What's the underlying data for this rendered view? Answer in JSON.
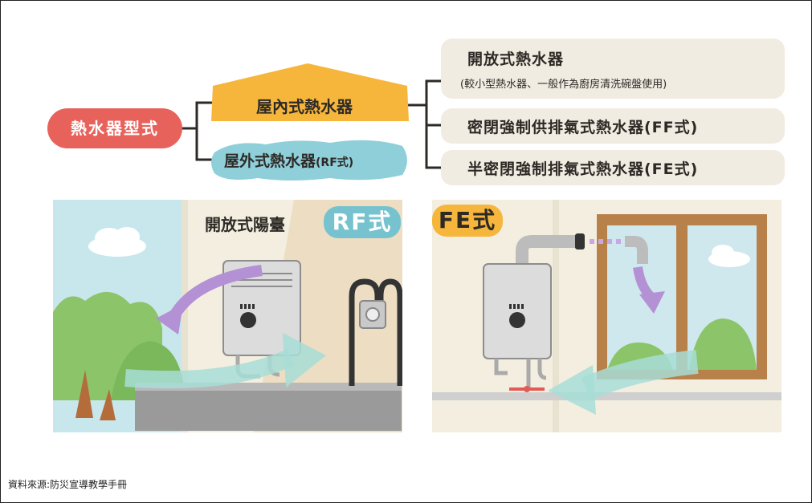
{
  "root_label": "熱水器型式",
  "indoor_label": "屋內式熱水器",
  "outdoor_label": "屋外式熱水器",
  "outdoor_suffix": "(RF式)",
  "options": [
    {
      "title": "開放式熱水器",
      "subtitle": "(較小型熱水器、一般作為廚房清洗碗盤使用)"
    },
    {
      "title": "密閉強制供排氣式熱水器(FF式)",
      "subtitle": ""
    },
    {
      "title": "半密閉強制排氣式熱水器(FE式)",
      "subtitle": ""
    }
  ],
  "panels": {
    "left": {
      "label": "開放式陽臺",
      "tag": "RF式"
    },
    "right": {
      "tag": "FE式"
    }
  },
  "footer": "資料來源:防災宣導教學手冊",
  "colors": {
    "root": "#e8625c",
    "indoor": "#f6b63c",
    "outdoor": "#8fcfd9",
    "option_bg": "#f1ece2",
    "arrow_purple": "#b490d4",
    "arrow_teal": "#a7ddd6"
  }
}
